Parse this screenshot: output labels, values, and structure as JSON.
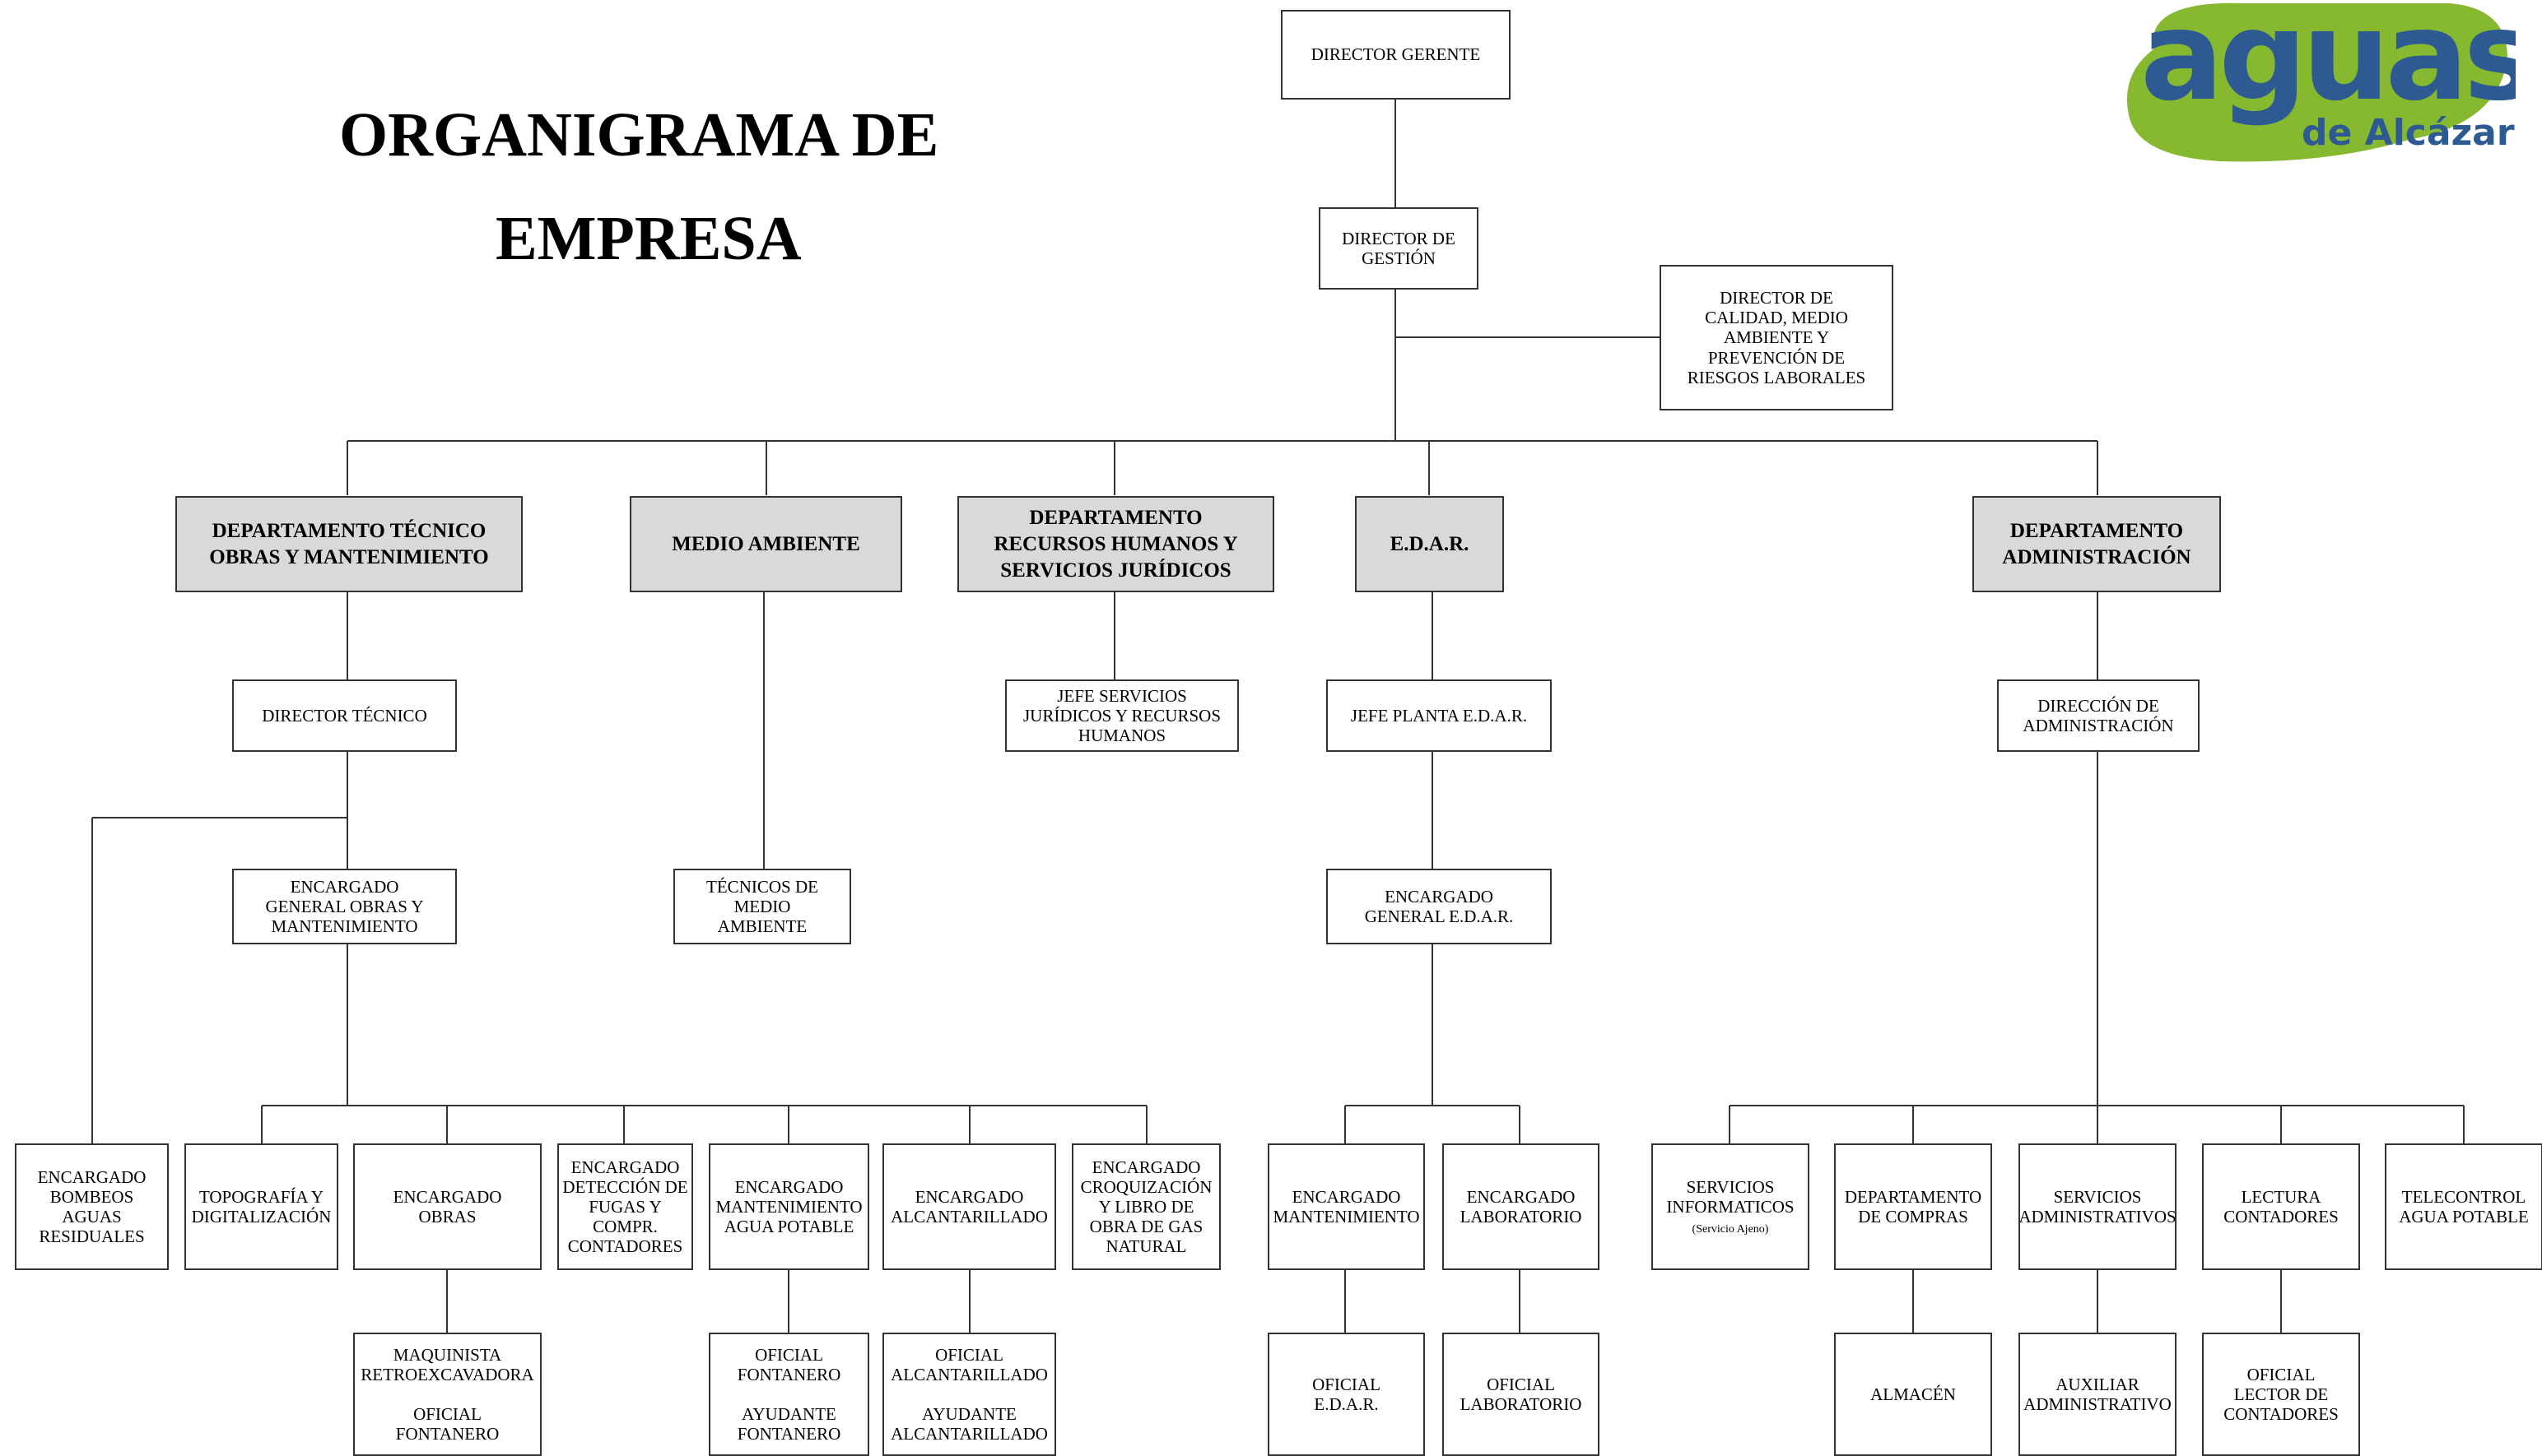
{
  "title": {
    "line1": "ORGANIGRAMA DE",
    "line2": "EMPRESA"
  },
  "logo": {
    "main": "aguas",
    "sub": "de Alcázar",
    "colors": {
      "green": "#86b830",
      "blue": "#2e5a94"
    }
  },
  "colors": {
    "line": "#333333",
    "dept_fill": "#d9d9d9",
    "box_fill": "#ffffff"
  },
  "top": {
    "director_gerente": "DIRECTOR GERENTE",
    "director_gestion": "DIRECTOR DE GESTIÓN",
    "director_calidad": "DIRECTOR DE CALIDAD, MEDIO AMBIENTE Y PREVENCIÓN DE RIESGOS LABORALES"
  },
  "departments": {
    "tecnico": "DEPARTAMENTO TÉCNICO OBRAS Y MANTENIMIENTO",
    "medio_ambiente": "MEDIO AMBIENTE",
    "rrhh": "DEPARTAMENTO RECURSOS HUMANOS Y SERVICIOS JURÍDICOS",
    "edar": "E.D.A.R.",
    "administracion": "DEPARTAMENTO ADMINISTRACIÓN"
  },
  "tecnico": {
    "director": "DIRECTOR TÉCNICO",
    "encargado_general": "ENCARGADO GENERAL OBRAS Y MANTENIMIENTO",
    "bombeos": "ENCARGADO BOMBEOS AGUAS RESIDUALES",
    "topografia": "TOPOGRAFÍA Y DIGITALIZACIÓN",
    "obras": "ENCARGADO OBRAS",
    "fugas": "ENCARGADO DETECCIÓN DE FUGAS Y COMPR. CONTADORES",
    "mantenimiento_agua": "ENCARGADO MANTENIMIENTO AGUA POTABLE",
    "alcantarillado": "ENCARGADO ALCANTARILLADO",
    "croquizacion": "ENCARGADO CROQUIZACIÓN Y LIBRO DE OBRA DE GAS NATURAL",
    "obras_sub1": "MAQUINISTA RETROEXCAVADORA",
    "obras_sub2": "OFICIAL FONTANERO",
    "mant_sub1": "OFICIAL FONTANERO",
    "mant_sub2": "AYUDANTE FONTANERO",
    "alc_sub1": "OFICIAL ALCANTARILLADO",
    "alc_sub2": "AYUDANTE ALCANTARILLADO"
  },
  "medio_ambiente": {
    "tecnicos": "TÉCNICOS DE MEDIO AMBIENTE"
  },
  "rrhh": {
    "jefe": "JEFE SERVICIOS JURÍDICOS Y RECURSOS HUMANOS"
  },
  "edar": {
    "jefe": "JEFE PLANTA E.D.A.R.",
    "encargado_general": "ENCARGADO GENERAL E.D.A.R.",
    "mantenimiento": "ENCARGADO MANTENIMIENTO",
    "laboratorio": "ENCARGADO LABORATORIO",
    "oficial_edar": "OFICIAL E.D.A.R.",
    "oficial_lab": "OFICIAL LABORATORIO"
  },
  "administracion": {
    "direccion": "DIRECCIÓN DE ADMINISTRACIÓN",
    "informaticos": "SERVICIOS INFORMATICOS",
    "informaticos_note": "(Servicio Ajeno)",
    "compras": "DEPARTAMENTO DE COMPRAS",
    "administrativos": "SERVICIOS ADMINISTRATIVOS",
    "lectura": "LECTURA CONTADORES",
    "telecontrol": "TELECONTROL AGUA POTABLE",
    "almacen": "ALMACÉN",
    "auxiliar": "AUXILIAR ADMINISTRATIVO",
    "lector": "OFICIAL LECTOR DE CONTADORES"
  }
}
